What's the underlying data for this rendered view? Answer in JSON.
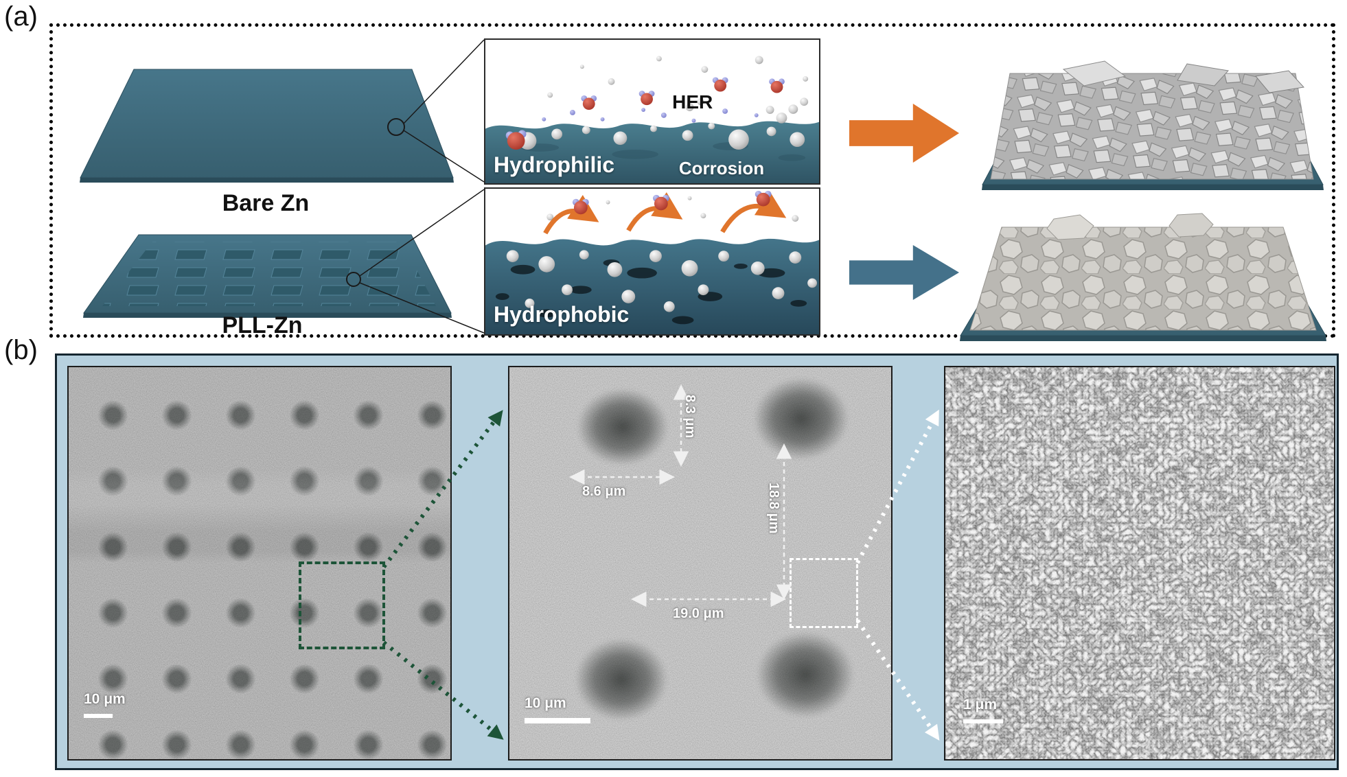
{
  "figure": {
    "panel_a": {
      "label": "(a)",
      "row_bare": {
        "plate_caption": "Bare Zn",
        "inset": {
          "her_label": "HER",
          "wetting_label": "Hydrophilic",
          "corrosion_label": "Corrosion"
        }
      },
      "row_pll": {
        "plate_caption": "PLL-Zn",
        "inset": {
          "wetting_label": "Hydrophobic"
        }
      },
      "colors": {
        "zn_plate": "#3e6b7d",
        "bare_process_arrow": "#e0752c",
        "pll_process_arrow": "#44718a"
      }
    },
    "panel_b": {
      "label": "(b)",
      "background_color": "#b7d1df",
      "sem_low_mag": {
        "scale_label": "10 μm"
      },
      "sem_mid_mag": {
        "scale_label": "10 μm",
        "measurements": {
          "pad_height": "8.3 μm",
          "pad_width": "8.6 μm",
          "pitch_vertical": "18.8 μm",
          "pitch_horizontal": "19.0 μm"
        }
      },
      "sem_high_mag": {
        "scale_label": "1 μm"
      }
    }
  }
}
